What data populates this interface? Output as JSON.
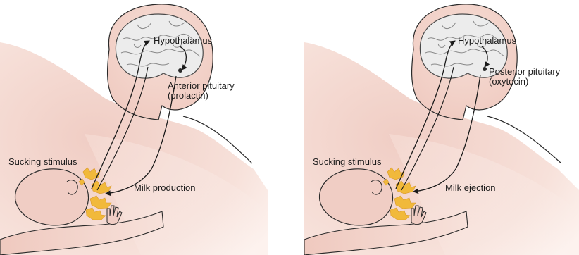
{
  "panels": [
    {
      "hypothalamus": "Hypothalamus",
      "pituitary_line1": "Anterior pituitary",
      "pituitary_line2": "(prolactin)",
      "stimulus": "Sucking stimulus",
      "effect": "Milk production"
    },
    {
      "hypothalamus": "Hypothalamus",
      "pituitary_line1": "Posterior pituitary",
      "pituitary_line2": "(oxytocin)",
      "stimulus": "Sucking stimulus",
      "effect": "Milk ejection"
    }
  ],
  "colors": {
    "skin": "#f3d6cf",
    "brain": "#ececec",
    "milk_ducts": "#f1b93b",
    "outline": "#2a2a2a"
  }
}
